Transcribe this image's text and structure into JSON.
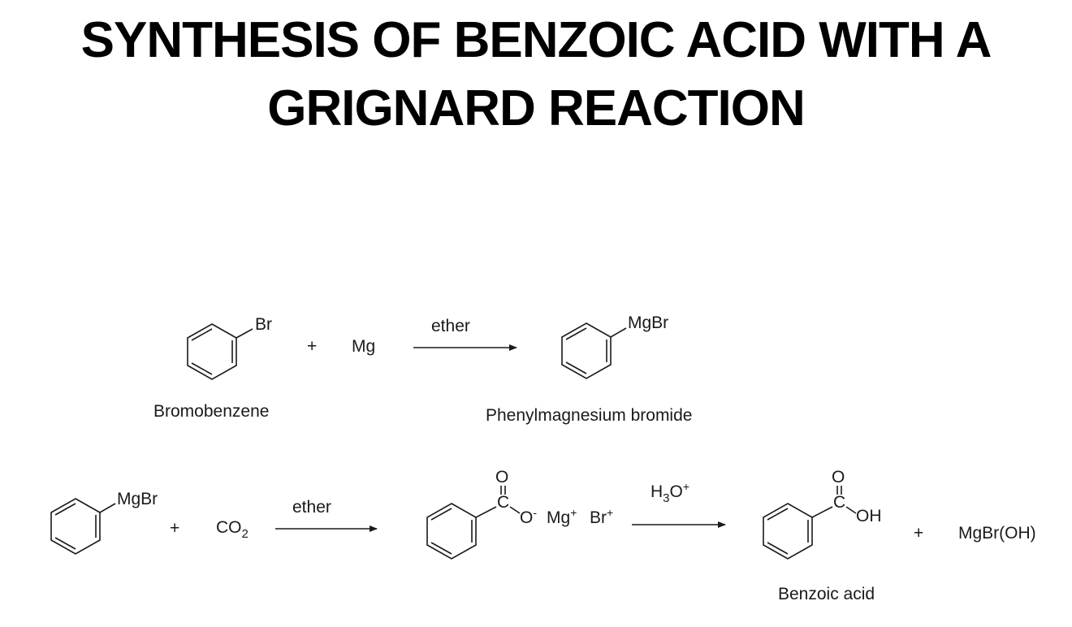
{
  "title": {
    "line1": "SYNTHESIS OF BENZOIC ACID WITH A",
    "line2": "GRIGNARD REACTION"
  },
  "reaction1": {
    "reactant1_substituent": "Br",
    "reactant1_name": "Bromobenzene",
    "plus": "+",
    "reactant2": "Mg",
    "condition": "ether",
    "product_substituent": "MgBr",
    "product_name": "Phenylmagnesium bromide"
  },
  "reaction2": {
    "reactant1_substituent": "MgBr",
    "plus1": "+",
    "reactant2": "CO",
    "reactant2_sub": "2",
    "condition1": "ether",
    "intermediate_carbonyl_o": "O",
    "intermediate_carbon": "C",
    "intermediate_o": "O",
    "intermediate_o_charge": "-",
    "intermediate_mg": "Mg",
    "intermediate_mg_charge": "+",
    "intermediate_br": "Br",
    "intermediate_br_charge": "+",
    "condition2_h": "H",
    "condition2_sub": "3",
    "condition2_o": "O",
    "condition2_charge": "+",
    "product_carbonyl_o": "O",
    "product_carbon": "C",
    "product_oh": "OH",
    "product_name": "Benzoic acid",
    "plus2": "+",
    "byproduct": "MgBr(OH)"
  }
}
